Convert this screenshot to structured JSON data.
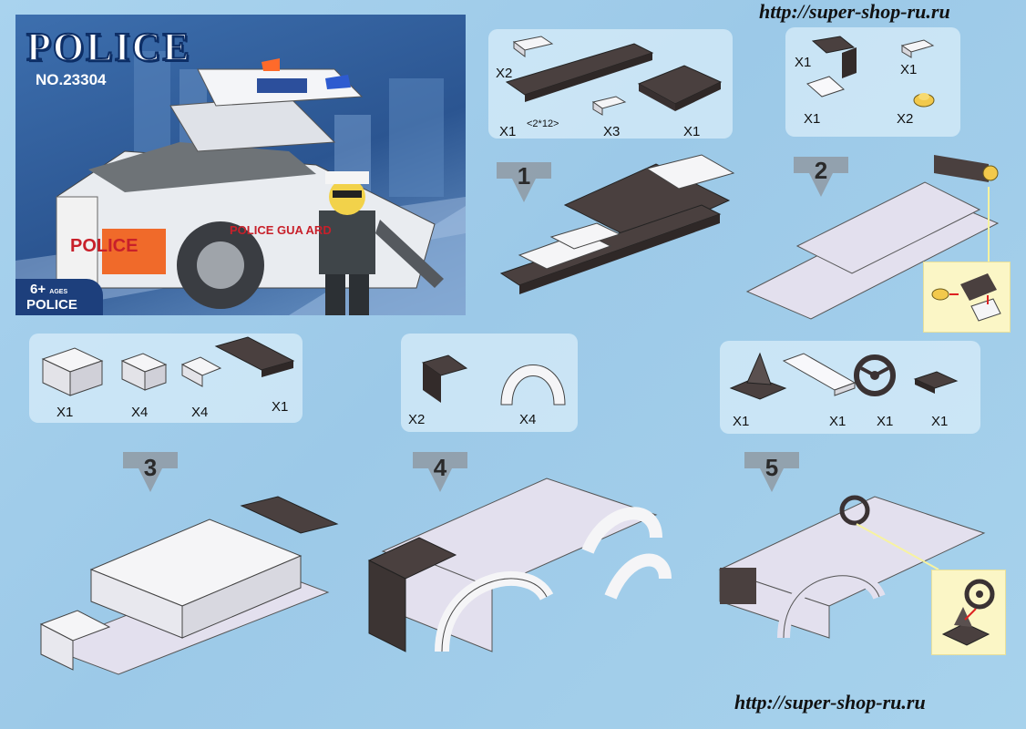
{
  "watermark": {
    "url_top": "http://super-shop-ru.ru",
    "url_bottom": "http://super-shop-ru.ru"
  },
  "cover": {
    "brand": "POLICE",
    "model_number": "NO.23304",
    "age": "6+",
    "age_small": "AGES",
    "badge_label": "POLICE",
    "car_side_text": "POLICE GUA ARD",
    "car_front_text": "POLICE"
  },
  "colors": {
    "dark_brick": "#4a403f",
    "light_brick": "#e3e0ee",
    "white_brick": "#f5f5f7",
    "background": "#a9d3ee"
  },
  "parts": {
    "panel1": [
      {
        "qty": "X2",
        "icon": "plate-1x2-with-pins"
      },
      {
        "qty": "X1",
        "note": "<2*12>",
        "icon": "plate-2x12-dark"
      },
      {
        "qty": "X3",
        "icon": "plate-1x2-white"
      },
      {
        "qty": "X1",
        "icon": "plate-4x4-dark"
      }
    ],
    "panel2": [
      {
        "qty": "X1",
        "icon": "bracket-dark"
      },
      {
        "qty": "X1",
        "icon": "plate-1x2-white"
      },
      {
        "qty": "X1",
        "icon": "tile-1x2-white"
      },
      {
        "qty": "X2",
        "icon": "round-plate-yellow"
      }
    ],
    "panel3": [
      {
        "qty": "X1",
        "icon": "brick-2x2-white"
      },
      {
        "qty": "X4",
        "icon": "brick-1x2-white"
      },
      {
        "qty": "X4",
        "icon": "slope-1x2-white"
      },
      {
        "qty": "X1",
        "icon": "plate-1x4-dark"
      }
    ],
    "panel4": [
      {
        "qty": "X2",
        "icon": "bracket-dark"
      },
      {
        "qty": "X4",
        "icon": "wheel-arch-white"
      }
    ],
    "panel5": [
      {
        "qty": "X1",
        "icon": "steering-base-dark"
      },
      {
        "qty": "X1",
        "icon": "tile-1x4-white"
      },
      {
        "qty": "X1",
        "icon": "steering-wheel-dark"
      },
      {
        "qty": "X1",
        "icon": "plate-1x2-dark"
      }
    ]
  },
  "steps": [
    "1",
    "2",
    "3",
    "4",
    "5"
  ]
}
